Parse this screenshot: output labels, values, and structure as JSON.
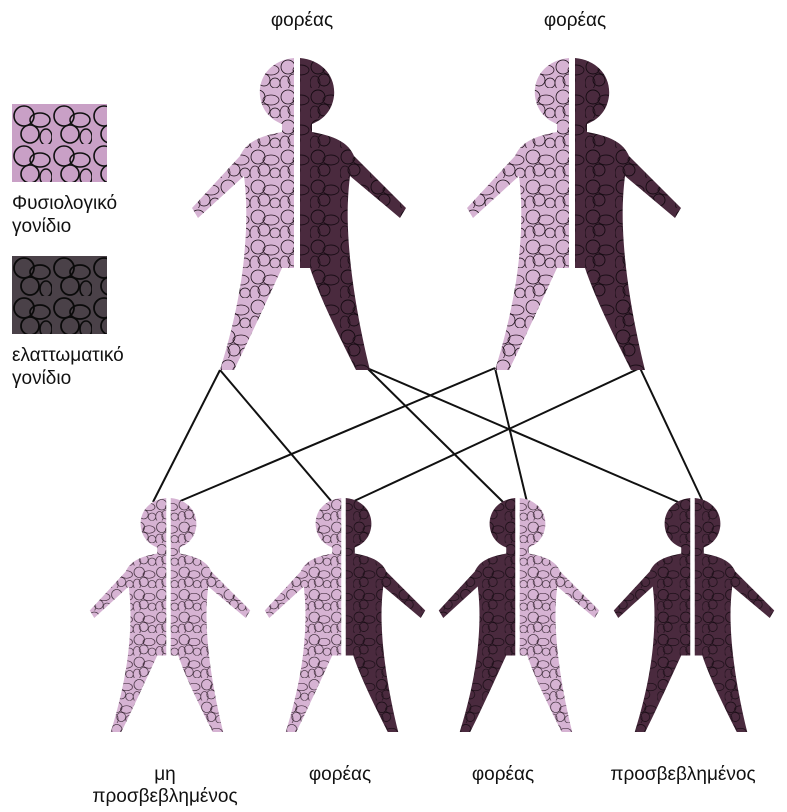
{
  "parents": [
    {
      "label": "φορέας",
      "left_gene": "normal",
      "right_gene": "defective"
    },
    {
      "label": "φορέας",
      "left_gene": "normal",
      "right_gene": "defective"
    }
  ],
  "children": [
    {
      "label_line1": "μη",
      "label_line2": "προσβεβλημένος",
      "left_gene": "normal",
      "right_gene": "normal"
    },
    {
      "label_line1": "φορέας",
      "label_line2": "",
      "left_gene": "normal",
      "right_gene": "defective"
    },
    {
      "label_line1": "φορέας",
      "label_line2": "",
      "left_gene": "defective",
      "right_gene": "normal"
    },
    {
      "label_line1": "προσβεβλημένος",
      "label_line2": "",
      "left_gene": "defective",
      "right_gene": "defective"
    }
  ],
  "legend": {
    "normal": {
      "line1": "Φυσιολογικό",
      "line2": "γονίδιο"
    },
    "defective": {
      "line1": "ελαττωματικό",
      "line2": "γονίδιο"
    }
  },
  "colors": {
    "normal_fill": "#caa2c8",
    "defective_fill": "#3d2433",
    "scribble": "#1a0f17",
    "swatch_normal_bg": "#c9a0c6",
    "swatch_defective_bg": "#4a4148"
  }
}
